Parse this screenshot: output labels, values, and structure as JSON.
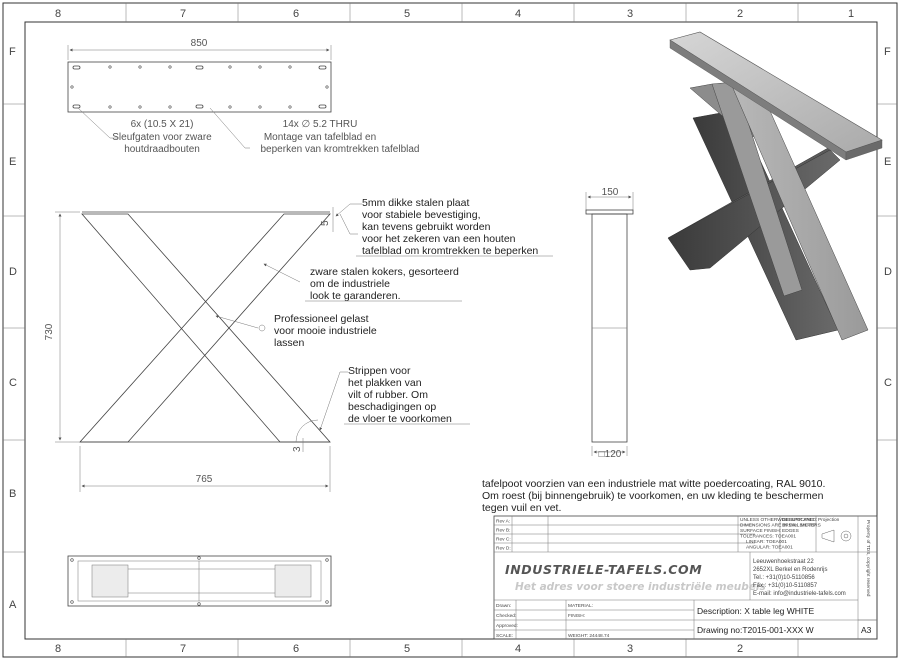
{
  "grid": {
    "columns": [
      "8",
      "7",
      "6",
      "5",
      "4",
      "3",
      "2",
      "1"
    ],
    "rows": [
      "F",
      "E",
      "D",
      "C",
      "B",
      "A"
    ]
  },
  "top_view": {
    "width_dim": "850",
    "callout_slots": [
      "6x (10.5 X 21)",
      "Sleufgaten voor zware",
      "houtdraadbouten"
    ],
    "callout_holes": [
      "14x ∅ 5.2 THRU",
      "Montage van tafelblad en",
      "beperken van kromtrekken tafelblad"
    ]
  },
  "front_view": {
    "height_dim": "730",
    "width_dim": "765",
    "plate_dim": "5",
    "foot_dim": "3"
  },
  "side_view": {
    "top_dim": "150",
    "bottom_dim": "□120"
  },
  "notes": {
    "plate": [
      "5mm dikke stalen plaat",
      "voor stabiele bevestiging,",
      "kan tevens gebruikt worden",
      "voor het zekeren van een houten",
      "tafelblad om kromtrekken te beperken"
    ],
    "tubes": [
      "zware stalen kokers, gesorteerd",
      "om de industriele",
      "look te garanderen."
    ],
    "weld": [
      "Professioneel gelast",
      "voor mooie industriele",
      "lassen"
    ],
    "strips": [
      "Strippen voor",
      "het plakken van",
      "vilt of rubber. Om",
      "beschadigingen op",
      "de vloer te voorkomen"
    ],
    "coating": [
      "tafelpoot voorzien van een industriele mat witte poedercoating, RAL 9010.",
      "Om roest (bij binnengebruik) te voorkomen, en uw kleding te beschermen",
      "tegen vuil en vet."
    ]
  },
  "title_block": {
    "revs": [
      "Rev A:",
      "Rev B:",
      "Rev C:",
      "Rev D:"
    ],
    "spec": [
      "UNLESS OTHERWISE SPECIFIED:",
      "DIMENSIONS ARE IN MILLIMETERS",
      "SURFACE FINISH:",
      "TOLERANCES: TOEA001",
      "LINEAR: TOEA001",
      "ANGULAR: TOEA001"
    ],
    "deburr": [
      "DEBURR AND",
      "BREAK SHARP",
      "EDGES"
    ],
    "projection": "Projection",
    "logo_main": "INDUSTRIELE-TAFELS.COM",
    "logo_sub": "Het adres voor stoere industriële meubels",
    "address": [
      "Leeuwenhoekstraat 22",
      "2652XL Berkel en Rodenrijs",
      "Tel.: +31(0)10-5110856",
      "Fax.: +31(0)10-5110857",
      "E-mail: info@industriele-tafels.com"
    ],
    "left_labels": [
      "Drawn:",
      "Checked:",
      "Approved:",
      "SCALE:"
    ],
    "material": "MATERIAL:",
    "finish": "FINISH:",
    "weight": "WEIGHT: 24448.74",
    "description": "Description: X table leg WHITE",
    "drawing_no": "Drawing no:T2015-001-XXX W",
    "size": "A3",
    "side": "Property of TDS, copyright reserved"
  }
}
